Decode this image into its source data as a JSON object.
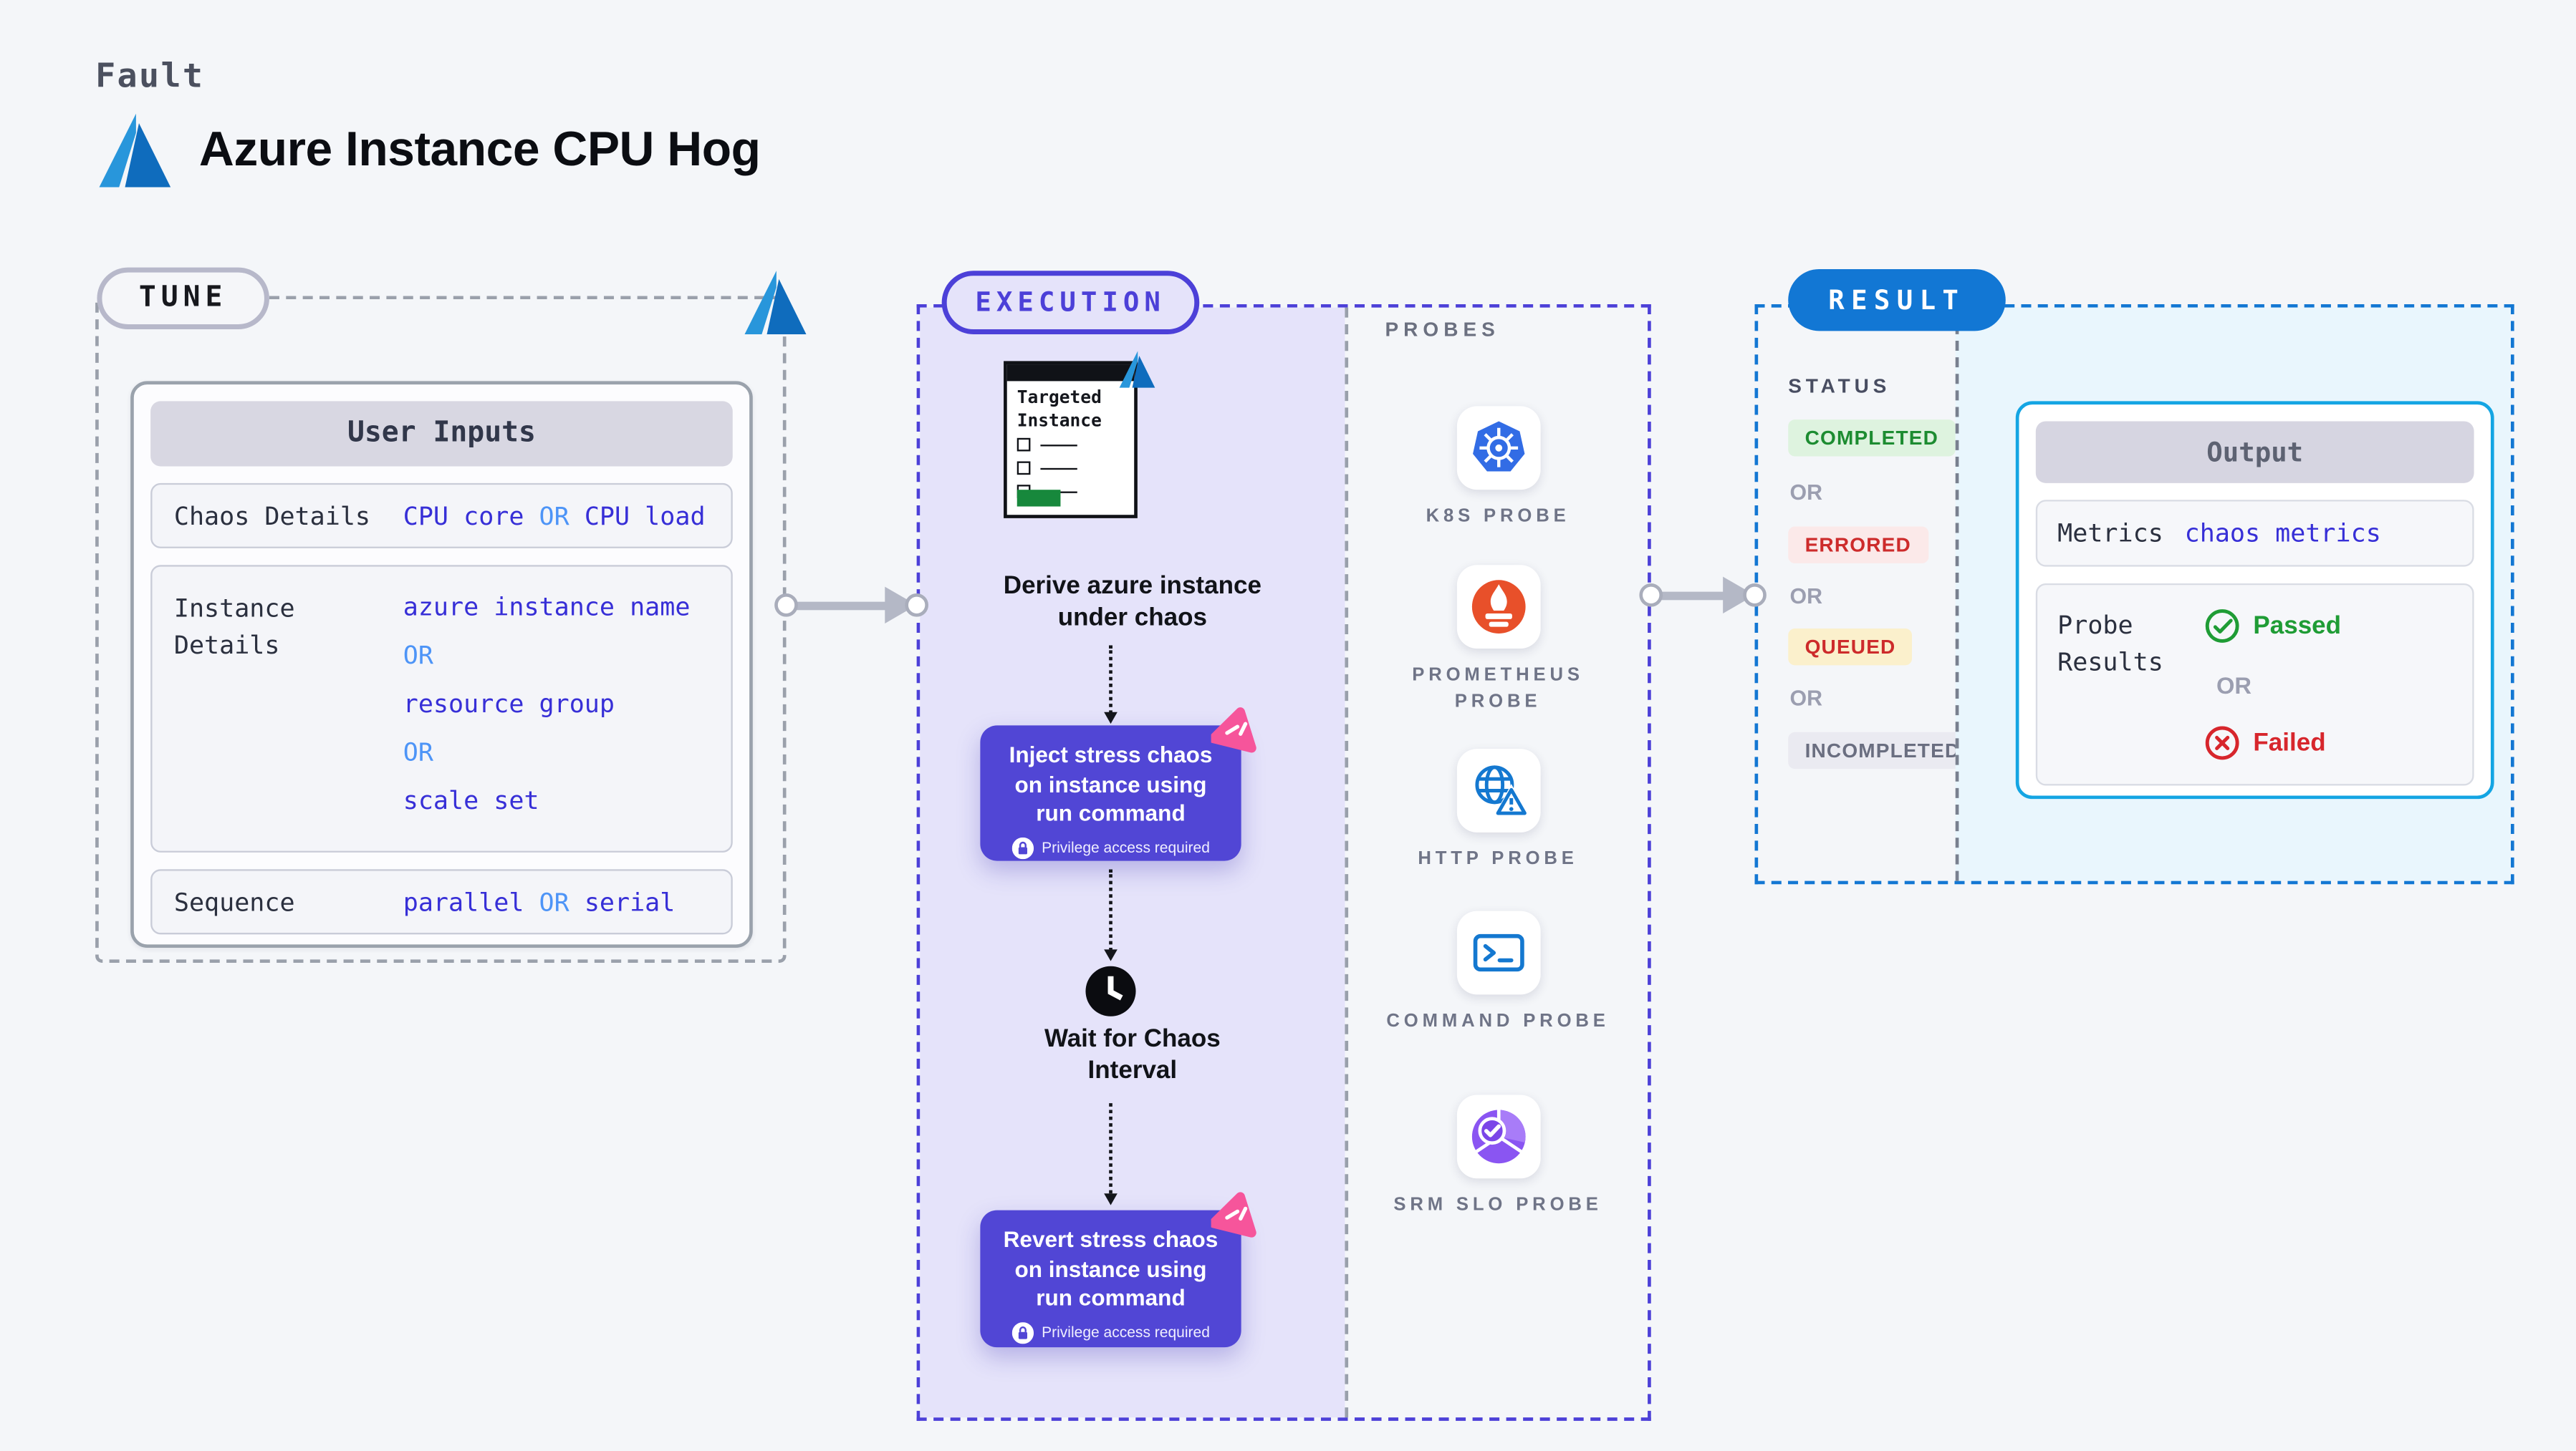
{
  "header": {
    "fault_label": "Fault",
    "title": "Azure Instance CPU Hog"
  },
  "tune": {
    "pill": "TUNE",
    "user_inputs": {
      "title": "User Inputs",
      "chaos": {
        "label": "Chaos Details",
        "value1": "CPU core",
        "or": "OR",
        "value2": "CPU load"
      },
      "instance": {
        "label_line1": "Instance",
        "label_line2": "Details",
        "value1": "azure instance name",
        "or1": "OR",
        "value2": "resource group",
        "or2": "OR",
        "value3": "scale set"
      },
      "sequence": {
        "label": "Sequence",
        "value1": "parallel",
        "or": "OR",
        "value2": "serial"
      }
    }
  },
  "execution": {
    "pill": "EXECUTION",
    "window": {
      "title_line1": "Targeted",
      "title_line2": "Instance"
    },
    "derive_caption_line1": "Derive azure instance",
    "derive_caption_line2": "under chaos",
    "inject": {
      "title": "Inject stress chaos on instance using run command",
      "privilege": "Privilege access required"
    },
    "wait_caption_line1": "Wait for Chaos",
    "wait_caption_line2": "Interval",
    "revert": {
      "title": "Revert stress chaos on instance using run command",
      "privilege": "Privilege access required"
    }
  },
  "probes": {
    "heading": "PROBES",
    "items": [
      {
        "icon": "kubernetes-icon",
        "label": "K8S PROBE"
      },
      {
        "icon": "prometheus-flame-icon",
        "label": "PROMETHEUS PROBE"
      },
      {
        "icon": "globe-warning-icon",
        "label": "HTTP PROBE"
      },
      {
        "icon": "terminal-icon",
        "label": "COMMAND PROBE"
      },
      {
        "icon": "slo-donut-check-icon",
        "label": "SRM SLO PROBE"
      }
    ]
  },
  "result": {
    "pill": "RESULT",
    "status_heading": "STATUS",
    "or": "OR",
    "badges": [
      {
        "label": "COMPLETED",
        "text_color": "#1d8c31",
        "bg_color": "#def3df"
      },
      {
        "label": "ERRORED",
        "text_color": "#cd2b2b",
        "bg_color": "#fbe9e9"
      },
      {
        "label": "QUEUED",
        "text_color": "#cd2b2b",
        "bg_color": "#fbf0cc"
      },
      {
        "label": "INCOMPLETED",
        "text_color": "#6a6e80",
        "bg_color": "#eaeaf1"
      }
    ],
    "output": {
      "title": "Output",
      "metrics_label": "Metrics",
      "metrics_value": "chaos metrics",
      "probe_results_label_line1": "Probe",
      "probe_results_label_line2": "Results",
      "passed": "Passed",
      "or": "OR",
      "failed": "Failed"
    }
  },
  "colors": {
    "page_bg": "#f4f6f9",
    "azure_blue_left": "#2896db",
    "azure_blue_right": "#0f6cbd",
    "indigo_accent": "#4c40d8",
    "execution_panel_bg": "#e5e3fa",
    "chaos_box_purple": "#5146d5",
    "pink_badge": "#f6559b",
    "result_blue": "#1277d4",
    "output_panel_bg": "#e9f6fd",
    "cyan_border": "#14a5e3",
    "success_green": "#1f9c35",
    "error_red": "#d7262c",
    "value_blue": "#372fd7",
    "or_light_blue": "#4d94f7"
  }
}
